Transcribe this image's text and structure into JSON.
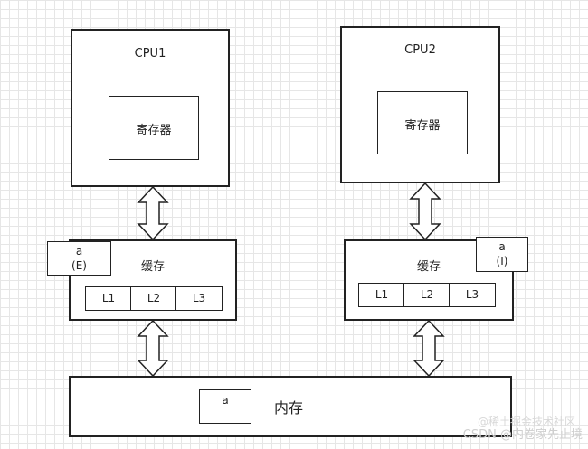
{
  "cpu1": {
    "title": "CPU1",
    "register": "寄存器"
  },
  "cpu2": {
    "title": "CPU2",
    "register": "寄存器"
  },
  "cache1": {
    "title": "缓存",
    "levels": [
      "L1",
      "L2",
      "L3"
    ],
    "tag_var": "a",
    "tag_state": "(E)"
  },
  "cache2": {
    "title": "缓存",
    "levels": [
      "L1",
      "L2",
      "L3"
    ],
    "tag_var": "a",
    "tag_state": "(I)"
  },
  "memory": {
    "title": "内存",
    "var": "a"
  },
  "watermark": "CSDN @内卷家先止境",
  "watermark_top": "@稀土掘金技术社区"
}
